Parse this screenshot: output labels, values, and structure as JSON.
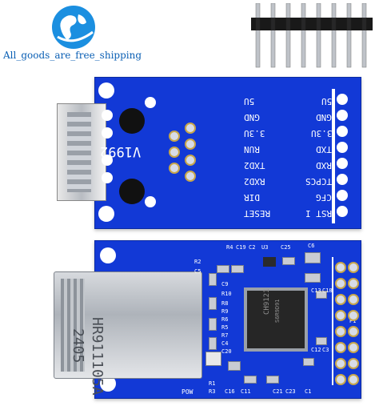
{
  "watermark": {
    "text": "All_goods_are_free_shipping",
    "logo": "globe-logo"
  },
  "top_board": {
    "model_label": "V1992",
    "pin_labels": [
      {
        "outer": "5U",
        "inner": "5U"
      },
      {
        "outer": "GND",
        "inner": "GND"
      },
      {
        "outer": "3.3U",
        "inner": "3.3U"
      },
      {
        "outer": "TXD",
        "inner": "RUN"
      },
      {
        "outer": "RXD",
        "inner": "TXD2"
      },
      {
        "outer": "TCPCS",
        "inner": "RXD2"
      },
      {
        "outer": "CFG",
        "inner": "DIR"
      },
      {
        "outer": "RST I",
        "inner": "RESET"
      }
    ]
  },
  "bottom_board": {
    "jack_marking": {
      "line1": "HR911105A",
      "line2": "2405"
    },
    "chip_label": "CH9121",
    "chip_sublabel": "S6R9D91",
    "labels": [
      "R4",
      "C19",
      "C2",
      "U3",
      "C25",
      "C6",
      "R2",
      "C5",
      "C9",
      "R10",
      "R8",
      "R9",
      "R6",
      "R5",
      "R7",
      "R3",
      "C4",
      "C1",
      "C13",
      "C18",
      "C12",
      "C3",
      "C16",
      "C11",
      "C21",
      "C23",
      "C20",
      "R1",
      "P1",
      "POW"
    ]
  },
  "header_pins": {
    "count": 8
  }
}
